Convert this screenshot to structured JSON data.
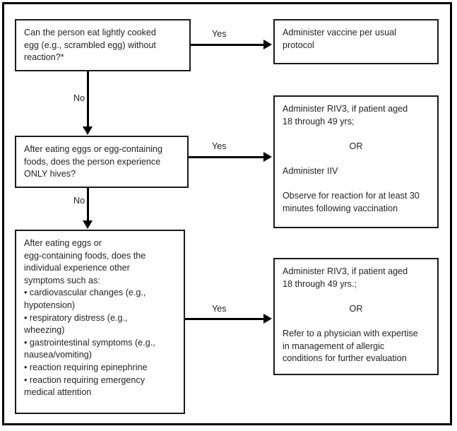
{
  "flowchart": {
    "nodes": {
      "q1": {
        "name": "eat-lightly-cooked-egg-question",
        "lines": [
          "Can the person eat lightly cooked",
          "egg (e.g., scrambled egg) without",
          "reaction?*"
        ]
      },
      "a1": {
        "name": "administer-vaccine-usual-protocol",
        "lines": [
          "Administer vaccine per usual",
          "protocol"
        ]
      },
      "q2": {
        "name": "only-hives-question",
        "lines": [
          "After eating eggs or egg-containing",
          "foods, does the person experience",
          "ONLY hives?"
        ]
      },
      "a2": {
        "name": "riv3-or-iiv-with-observation",
        "lines": [
          {
            "text": "Administer RIV3, if patient aged",
            "align": "left"
          },
          {
            "text": "18 through 49 yrs;",
            "align": "left"
          },
          {
            "text": "",
            "align": "blank"
          },
          {
            "text": "OR",
            "align": "center"
          },
          {
            "text": "",
            "align": "blank"
          },
          {
            "text": "Administer IIV",
            "align": "left"
          },
          {
            "text": "",
            "align": "blank"
          },
          {
            "text": "Observe for reaction for at least 30",
            "align": "left"
          },
          {
            "text": "minutes following vaccination",
            "align": "left"
          }
        ]
      },
      "q3": {
        "name": "other-symptoms-question",
        "lines": [
          "After eating eggs or",
          "egg-containing foods, does the",
          "individual experience other",
          "symptoms such as:",
          "• cardiovascular changes (e.g.,",
          "hypotension)",
          "• respiratory distress (e.g.,",
          "wheezing)",
          "• gastrointestinal symptoms (e.g.,",
          "nausea/vomiting)",
          "• reaction requiring epinephrine",
          "• reaction requiring emergency",
          "medical attention"
        ]
      },
      "a3": {
        "name": "riv3-or-refer-to-physician",
        "lines": [
          {
            "text": "Administer RIV3, if patient aged",
            "align": "left"
          },
          {
            "text": "18 through 49 yrs.;",
            "align": "left"
          },
          {
            "text": "",
            "align": "blank"
          },
          {
            "text": "OR",
            "align": "center"
          },
          {
            "text": "",
            "align": "blank"
          },
          {
            "text": "Refer to a physician with expertise",
            "align": "left"
          },
          {
            "text": "in management of allergic",
            "align": "left"
          },
          {
            "text": "conditions for further evaluation",
            "align": "left"
          }
        ]
      }
    },
    "edges": {
      "e1": {
        "label": "Yes",
        "from": "q1",
        "to": "a1",
        "direction": "right"
      },
      "e2": {
        "label": "No",
        "from": "q1",
        "to": "q2",
        "direction": "down"
      },
      "e3": {
        "label": "Yes",
        "from": "q2",
        "to": "a2",
        "direction": "right"
      },
      "e4": {
        "label": "No",
        "from": "q2",
        "to": "q3",
        "direction": "down"
      },
      "e5": {
        "label": "Yes",
        "from": "q3",
        "to": "a3",
        "direction": "right"
      }
    },
    "colors": {
      "border": "#1a1a1a",
      "frame": "#000000",
      "text": "#231f20",
      "background": "#ffffff"
    }
  }
}
